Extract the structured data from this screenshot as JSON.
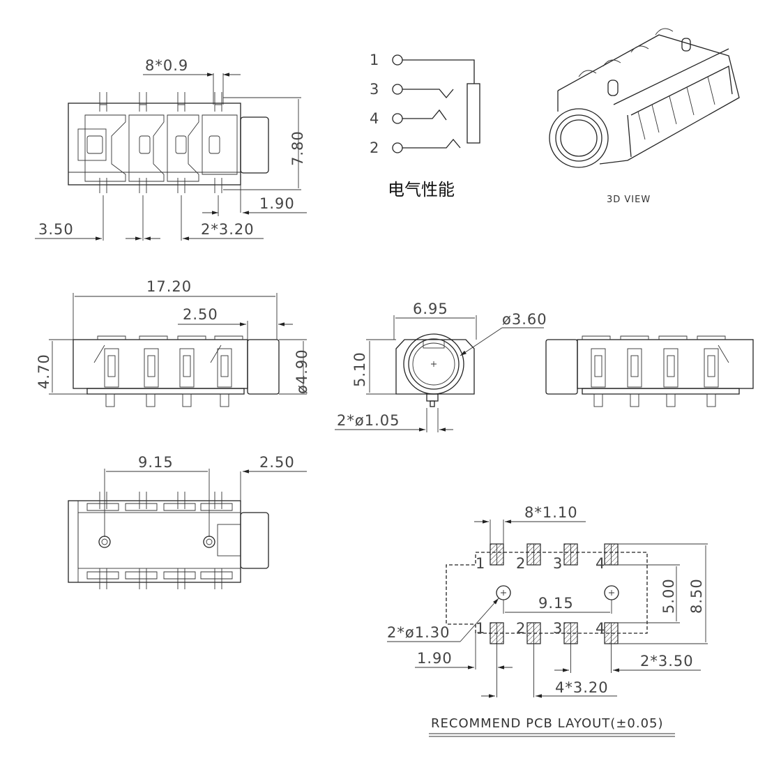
{
  "top_view": {
    "pitch_width": "8*0.9",
    "height": "7.80",
    "nose_offset": "1.90",
    "first_pin": "3.50",
    "pin_pitch": "2*3.20"
  },
  "schematic": {
    "pins": [
      "1",
      "3",
      "4",
      "2"
    ],
    "caption": "电气性能"
  },
  "view_3d": {
    "caption": "3D VIEW"
  },
  "side_view": {
    "length": "17.20",
    "nose_length": "2.50",
    "height": "4.70",
    "nose_diameter": "ø4.90"
  },
  "front_view": {
    "width": "6.95",
    "bore": "ø3.60",
    "height": "5.10",
    "post_diameter": "2*ø1.05"
  },
  "bottom_view": {
    "post_spacing": "9.15",
    "nose_length": "2.50"
  },
  "pcb_layout": {
    "pad_width": "8*1.10",
    "pad_labels_top": [
      "1",
      "2",
      "3",
      "4"
    ],
    "pad_labels_bottom": [
      "1",
      "2",
      "3",
      "4"
    ],
    "hole_spacing": "9.15",
    "hole_diameter": "2*ø1.30",
    "edge_offset": "1.90",
    "end_pitch": "2*3.50",
    "pad_pitch": "4*3.20",
    "row_inner": "5.00",
    "row_outer": "8.50",
    "title": "RECOMMEND PCB LAYOUT(±0.05)"
  }
}
